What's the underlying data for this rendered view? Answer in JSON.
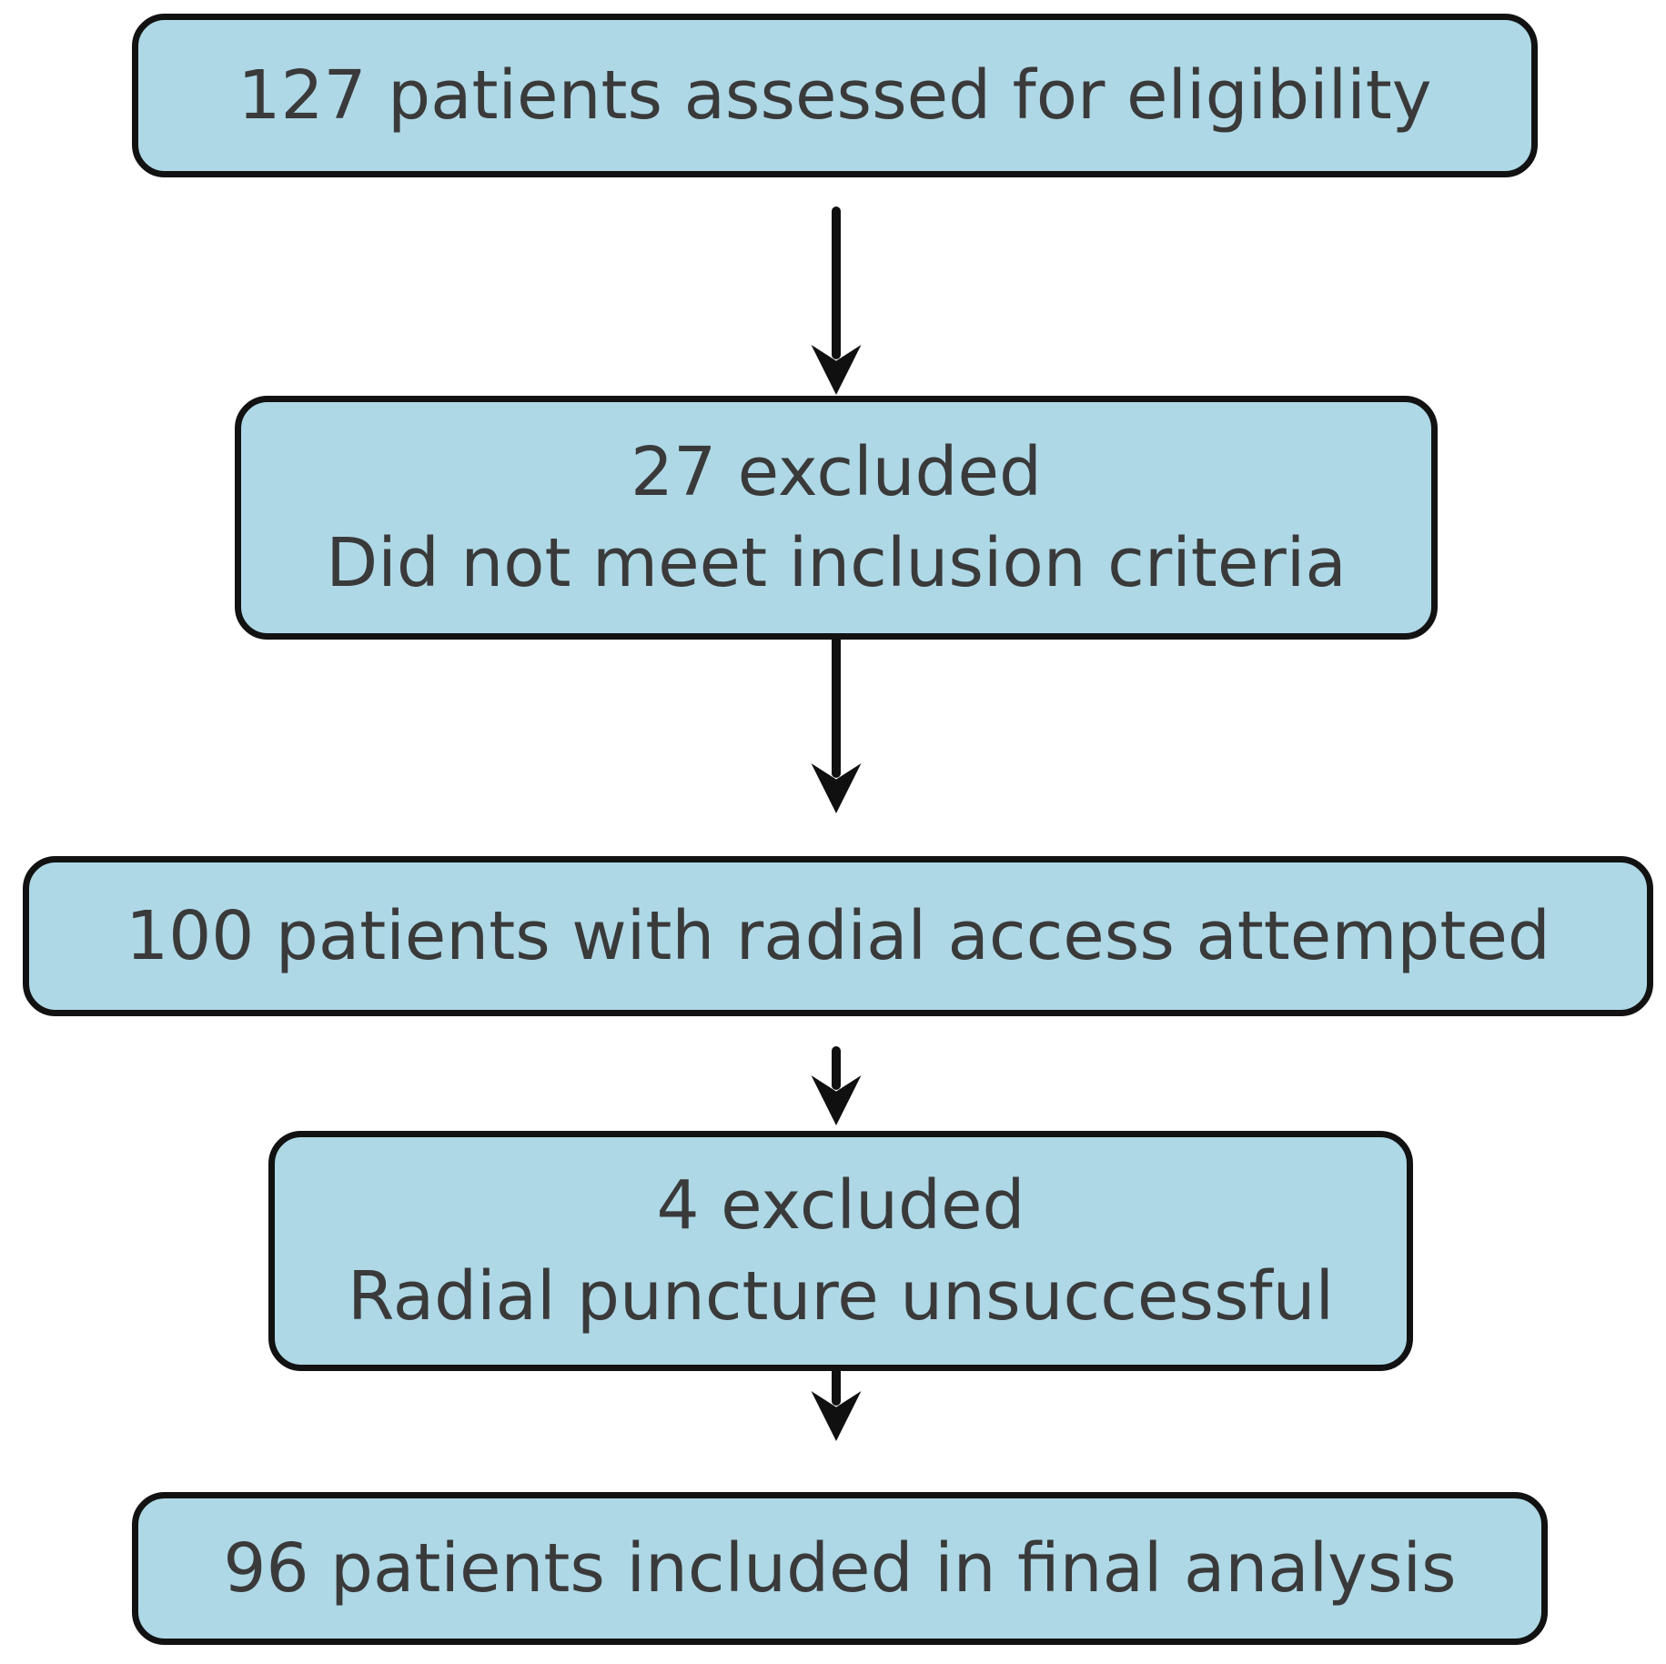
{
  "figure": {
    "type": "patient-flow-diagram",
    "background_color": "#ffffff",
    "node_fill_color": "#aed8e6",
    "node_border_color": "#121212",
    "text_color": "#3a3a3a",
    "arrow_color": "#101010"
  },
  "flowchart": {
    "nodes": [
      {
        "id": "assessed",
        "lines": [
          "127 patients assessed for eligibility"
        ]
      },
      {
        "id": "excluded-inclusion",
        "lines": [
          "27 excluded",
          "Did not meet inclusion criteria"
        ]
      },
      {
        "id": "radial-attempted",
        "lines": [
          "100 patients with radial access attempted"
        ]
      },
      {
        "id": "excluded-puncture",
        "lines": [
          "4 excluded",
          "Radial puncture unsuccessful"
        ]
      },
      {
        "id": "final-analysis",
        "lines": [
          "96 patients included in final analysis"
        ]
      }
    ],
    "edges": [
      {
        "from": "assessed",
        "to": "excluded-inclusion"
      },
      {
        "from": "excluded-inclusion",
        "to": "radial-attempted"
      },
      {
        "from": "radial-attempted",
        "to": "excluded-puncture"
      },
      {
        "from": "excluded-puncture",
        "to": "final-analysis"
      }
    ]
  }
}
